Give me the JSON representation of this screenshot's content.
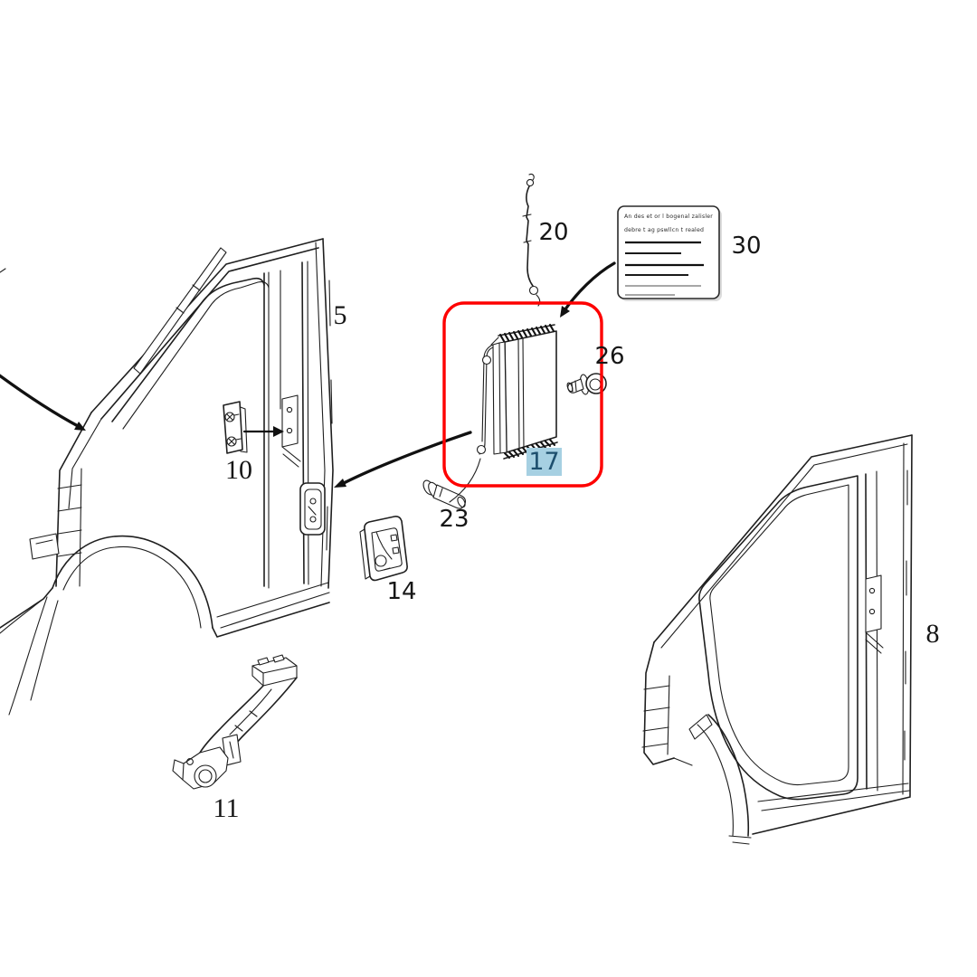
{
  "page": {
    "title": "Vehicle body side-frame parts diagram",
    "background": "#ffffff",
    "line_color": "#1f1f1f"
  },
  "callouts": {
    "panel_left": {
      "label": "5"
    },
    "panel_right": {
      "label": "8"
    },
    "hinge_plate": {
      "label": "10"
    },
    "wheelhouse_bracket": {
      "label": "11"
    },
    "housing_bracket": {
      "label": "14"
    },
    "control_module": {
      "label": "17"
    },
    "wiring_harness": {
      "label": "20"
    },
    "rivet_clip": {
      "label": "23"
    },
    "bolt": {
      "label": "26"
    },
    "warning_label": {
      "label": "30"
    }
  },
  "highlight": {
    "selected_part": "17",
    "box_color": "#fe0000",
    "chip_background": "#a6d0e2",
    "chip_text_color": "#1d4f6e"
  },
  "sticker": {
    "text_line_1": "An des  et or l bogenal zalisler",
    "text_line_2": "debre t ag pswllcn t realed"
  }
}
